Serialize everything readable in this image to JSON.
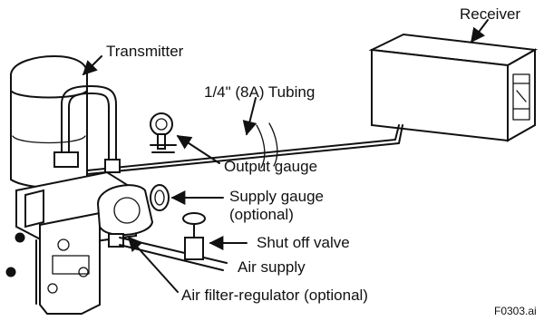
{
  "labels": {
    "receiver": "Receiver",
    "transmitter": "Transmitter",
    "tubing": "1/4\" (8A) Tubing",
    "output_gauge": "Output gauge",
    "supply_gauge_line1": "Supply gauge",
    "supply_gauge_line2": "(optional)",
    "shut_off_valve": "Shut off valve",
    "air_supply": "Air supply",
    "air_filter_regulator": "Air filter-regulator (optional)",
    "figure_id": "F0303.ai"
  }
}
